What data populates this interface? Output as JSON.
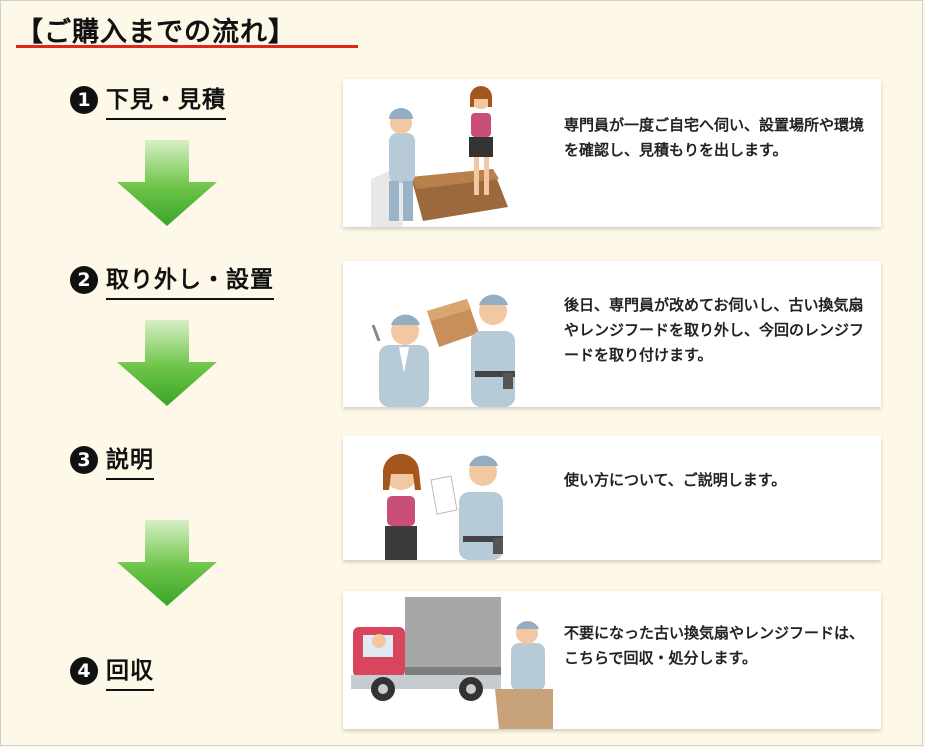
{
  "title": "【ご購入までの流れ】",
  "colors": {
    "accent_red": "#e0251c",
    "arrow_green": "#4cb833",
    "background": "#fdf8e7"
  },
  "steps": [
    {
      "number": "1",
      "label": "下見・見積",
      "text": "専門員が一度ご自宅へ伺い、設置場所や環境を確認し、見積もりを出します。",
      "illustration": "worker-and-woman-inspecting-icon"
    },
    {
      "number": "2",
      "label": "取り外し・設置",
      "text": "後日、専門員が改めてお伺いし、古い換気扇やレンジフードを取り外し、今回のレンジフードを取り付けます。",
      "illustration": "workers-installing-icon"
    },
    {
      "number": "3",
      "label": " 説明",
      "text": "使い方について、ご説明します。",
      "illustration": "worker-explaining-icon"
    },
    {
      "number": "4",
      "label": " 回収",
      "text": "不要になった古い換気扇やレンジフードは、こちらで回収・処分します。",
      "illustration": "truck-collection-icon"
    }
  ]
}
